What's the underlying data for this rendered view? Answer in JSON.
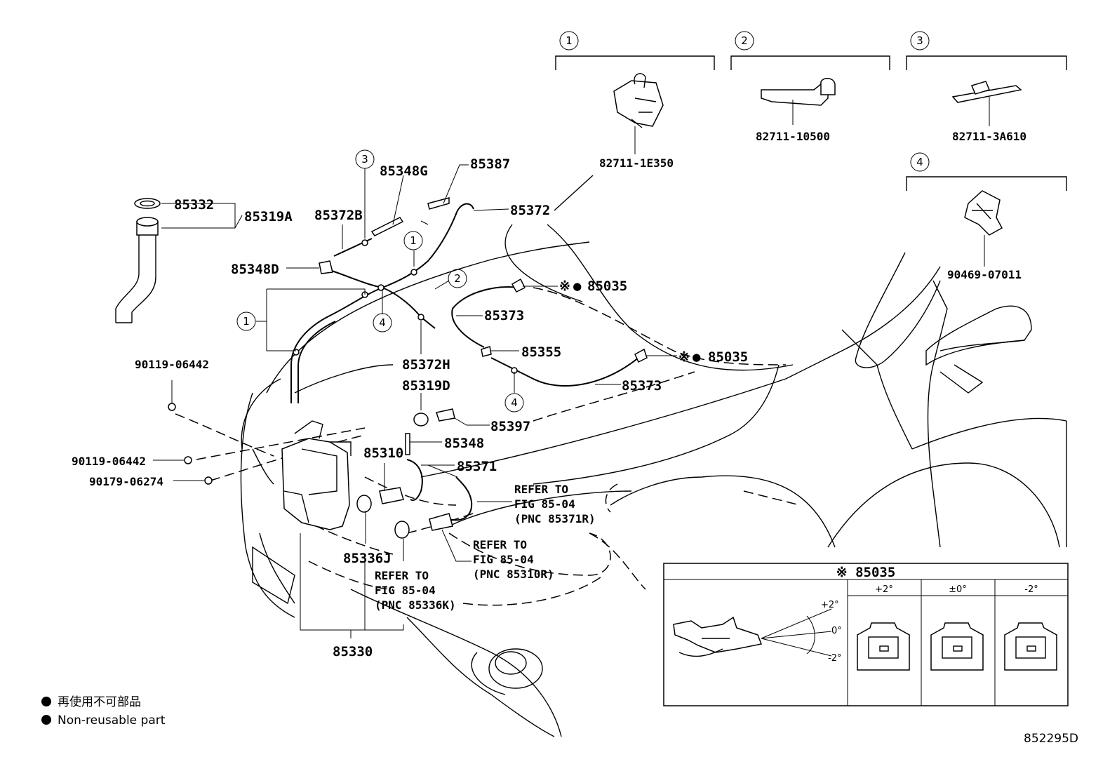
{
  "diagram_id": "852295D",
  "clip_groups": [
    {
      "num": "1",
      "part": "82711-1E350"
    },
    {
      "num": "2",
      "part": "82711-10500"
    },
    {
      "num": "3",
      "part": "82711-3A610"
    },
    {
      "num": "4",
      "part": "90469-07011"
    }
  ],
  "parts": {
    "p85332": "85332",
    "p85319A": "85319A",
    "p85348G": "85348G",
    "p85387": "85387",
    "p85372B": "85372B",
    "p85372": "85372",
    "p85348D": "85348D",
    "p85035a": "85035",
    "p85373a": "85373",
    "p85355": "85355",
    "p85035b": "85035",
    "p85373b": "85373",
    "p85372H": "85372H",
    "p85319D": "85319D",
    "p85397": "85397",
    "p85348": "85348",
    "p85310": "85310",
    "p85371": "85371",
    "p85336J": "85336J",
    "p85330": "85330",
    "b90119a": "90119-06442",
    "b90119b": "90119-06442",
    "b90179": "90179-06274"
  },
  "callouts": {
    "c1_top": "1",
    "c1_left": "1",
    "c2": "2",
    "c3": "3",
    "c4_mid": "4",
    "c4_low": "4"
  },
  "refers": [
    {
      "line1": "REFER TO",
      "line2": "FIG 85-04",
      "line3": "(PNC 85371R)"
    },
    {
      "line1": "REFER TO",
      "line2": "FIG 85-04",
      "line3": "(PNC 85310R)"
    },
    {
      "line1": "REFER TO",
      "line2": "FIG 85-04",
      "line3": "(PNC 85336K)"
    }
  ],
  "reference_mark": "※",
  "nonreusable_mark": "●",
  "inset": {
    "title": "※ 85035",
    "columns": [
      "+2°",
      "±0°",
      "-2°"
    ],
    "angle_labels": [
      "+2°",
      "0°",
      "-2°"
    ]
  },
  "legend": {
    "jp": "再使用不可部品",
    "en": "Non-reusable part"
  }
}
